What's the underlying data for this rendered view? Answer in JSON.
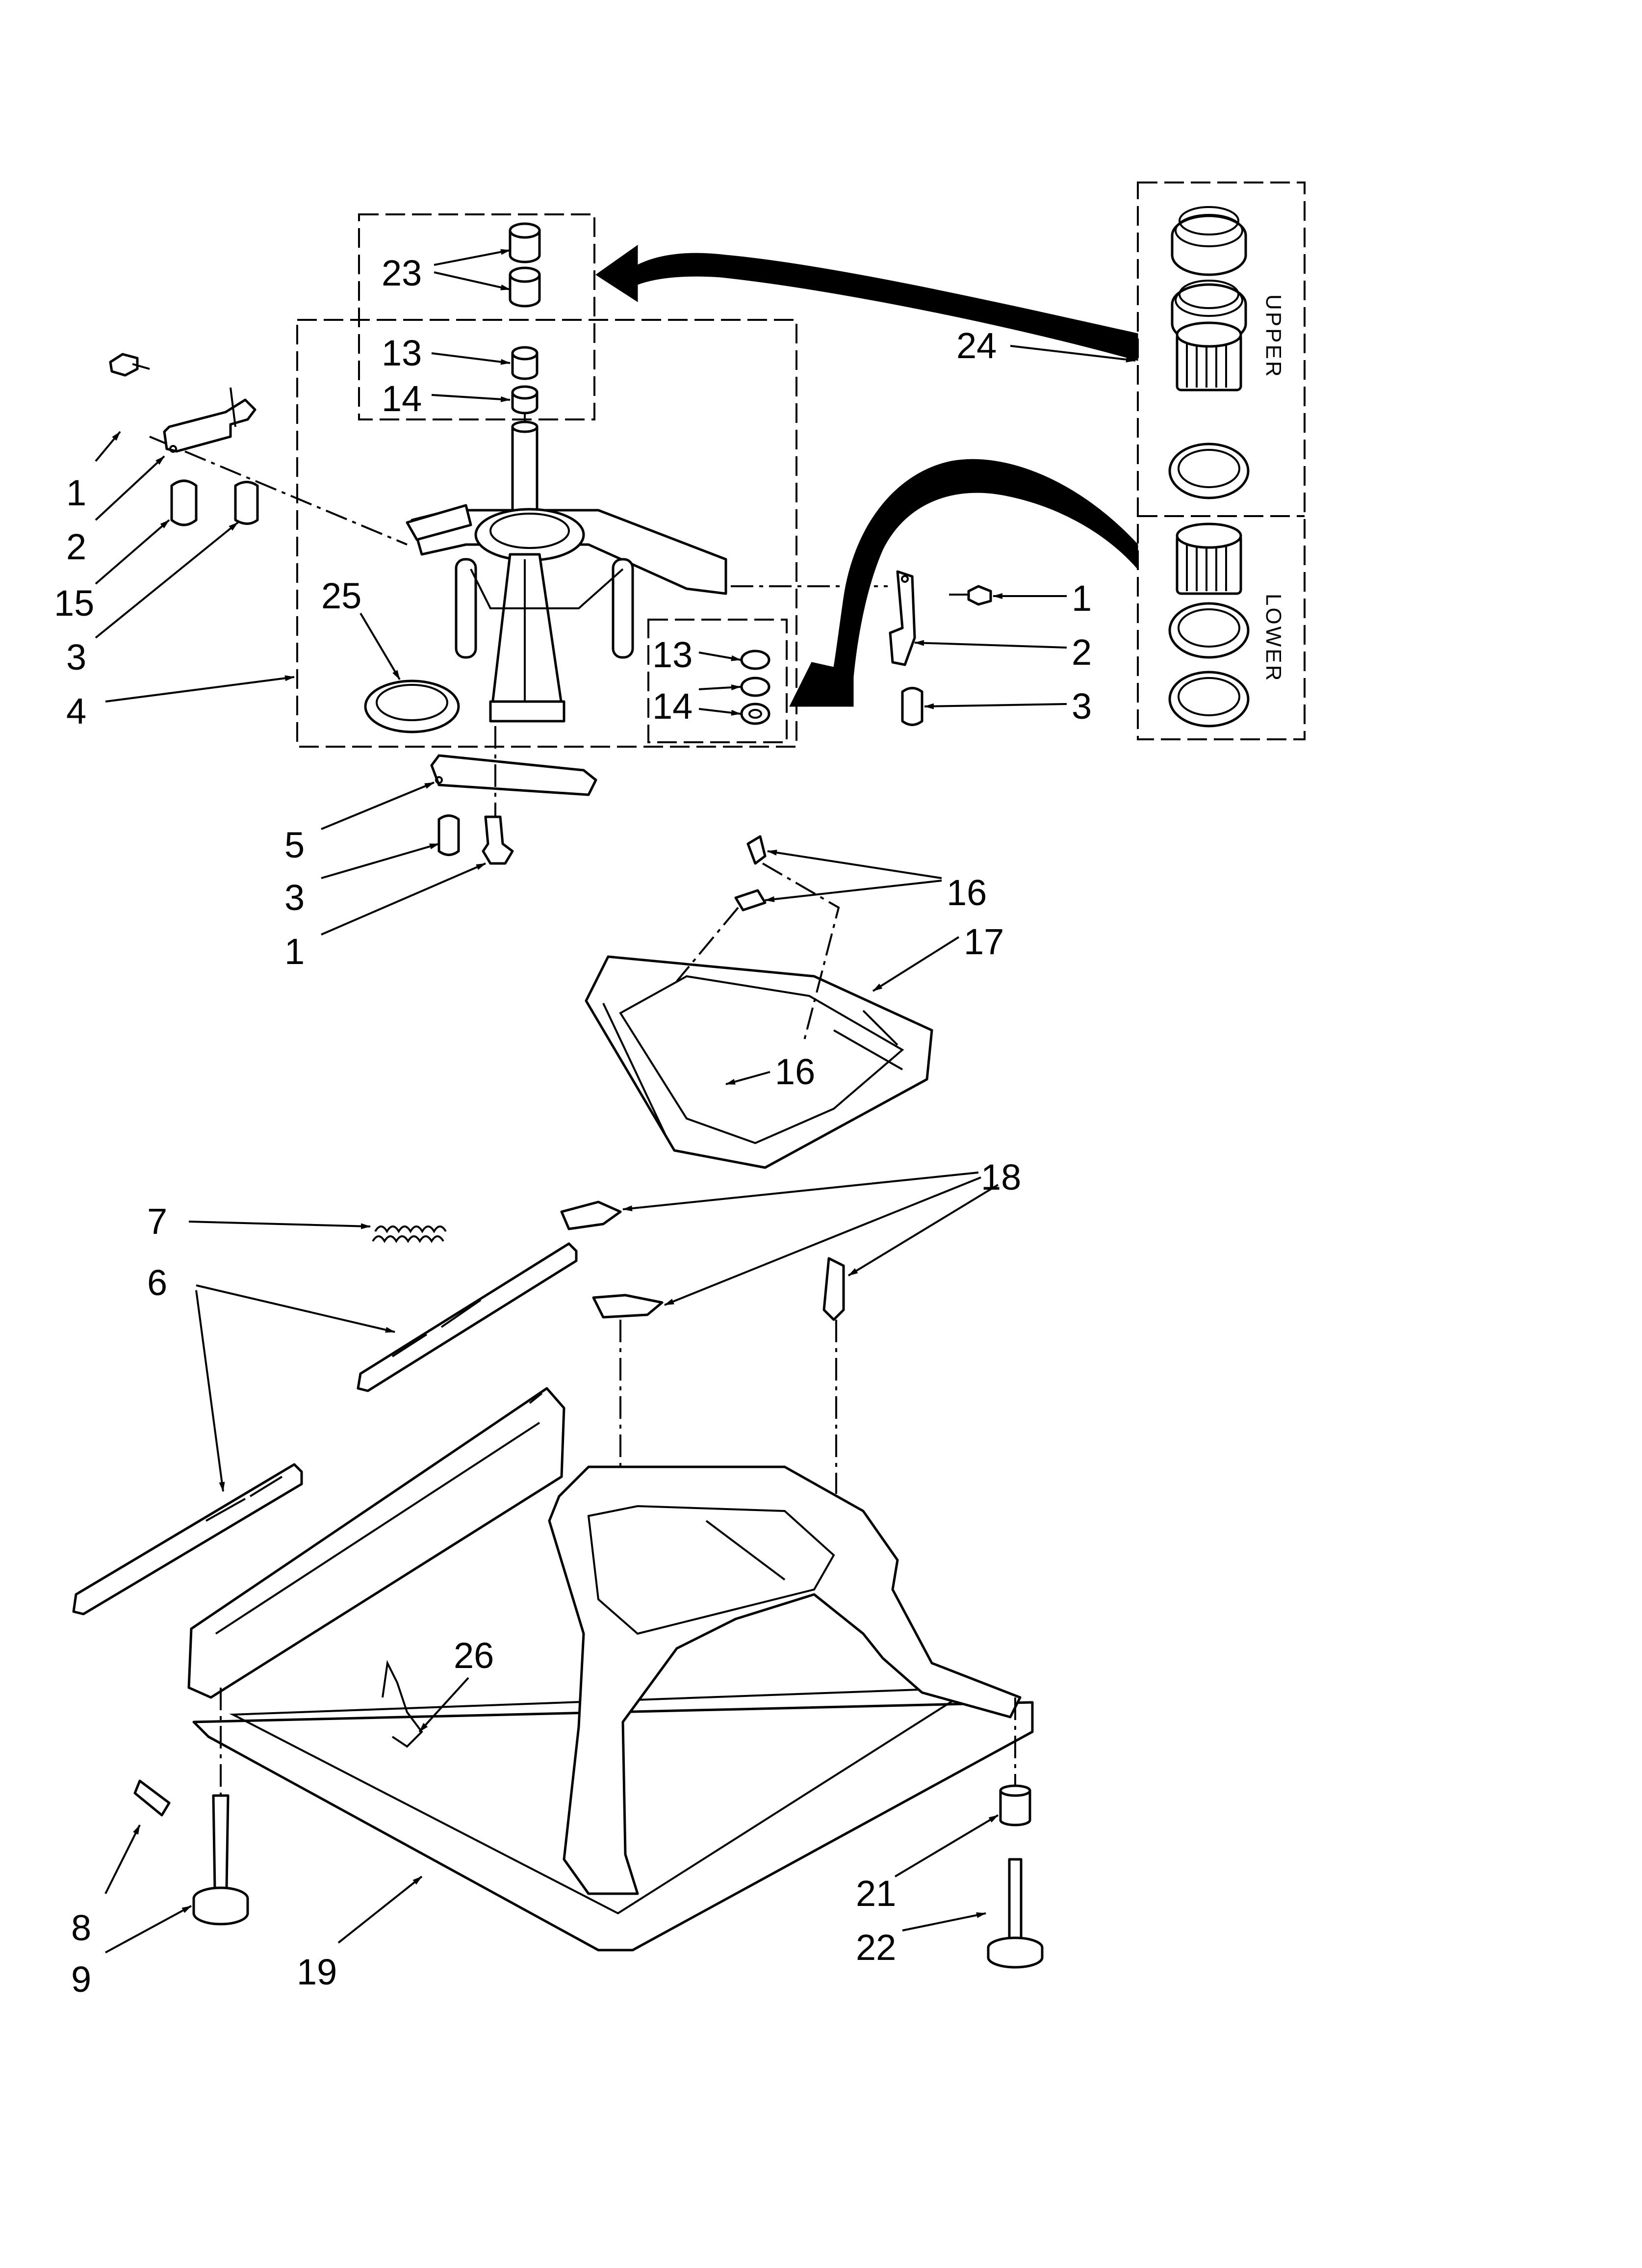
{
  "diagram": {
    "labels": {
      "c1a": "1",
      "c2a": "2",
      "c15": "15",
      "c3a": "3",
      "c4": "4",
      "c23": "23",
      "c13a": "13",
      "c14a": "14",
      "c25": "25",
      "c13b": "13",
      "c14b": "14",
      "c1b": "1",
      "c2b": "2",
      "c3b": "3",
      "c24": "24",
      "c5": "5",
      "c3c": "3",
      "c1c": "1",
      "c16a": "16",
      "c17": "17",
      "c16b": "16",
      "c18": "18",
      "c7": "7",
      "c6": "6",
      "c26": "26",
      "c8": "8",
      "c9": "9",
      "c19": "19",
      "c21": "21",
      "c22": "22"
    },
    "kit_upper": "UPPER",
    "kit_lower": "LOWER"
  }
}
